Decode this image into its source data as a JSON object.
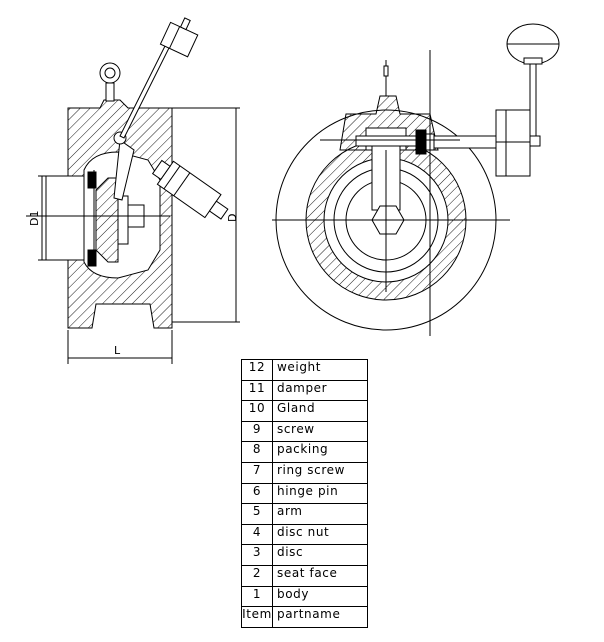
{
  "dimensions": {
    "d1": "D1",
    "d": "D",
    "l": "L"
  },
  "parts_table": {
    "rows": [
      {
        "no": "12",
        "name": "weight"
      },
      {
        "no": "11",
        "name": "damper"
      },
      {
        "no": "10",
        "name": "Gland"
      },
      {
        "no": "9",
        "name": "screw"
      },
      {
        "no": "8",
        "name": "packing"
      },
      {
        "no": "7",
        "name": "ring screw"
      },
      {
        "no": "6",
        "name": "hinge pin"
      },
      {
        "no": "5",
        "name": "arm"
      },
      {
        "no": "4",
        "name": "disc nut"
      },
      {
        "no": "3",
        "name": "disc"
      },
      {
        "no": "2",
        "name": "seat face"
      },
      {
        "no": "1",
        "name": "body"
      }
    ],
    "header": {
      "no": "Item",
      "name": "partname"
    }
  }
}
